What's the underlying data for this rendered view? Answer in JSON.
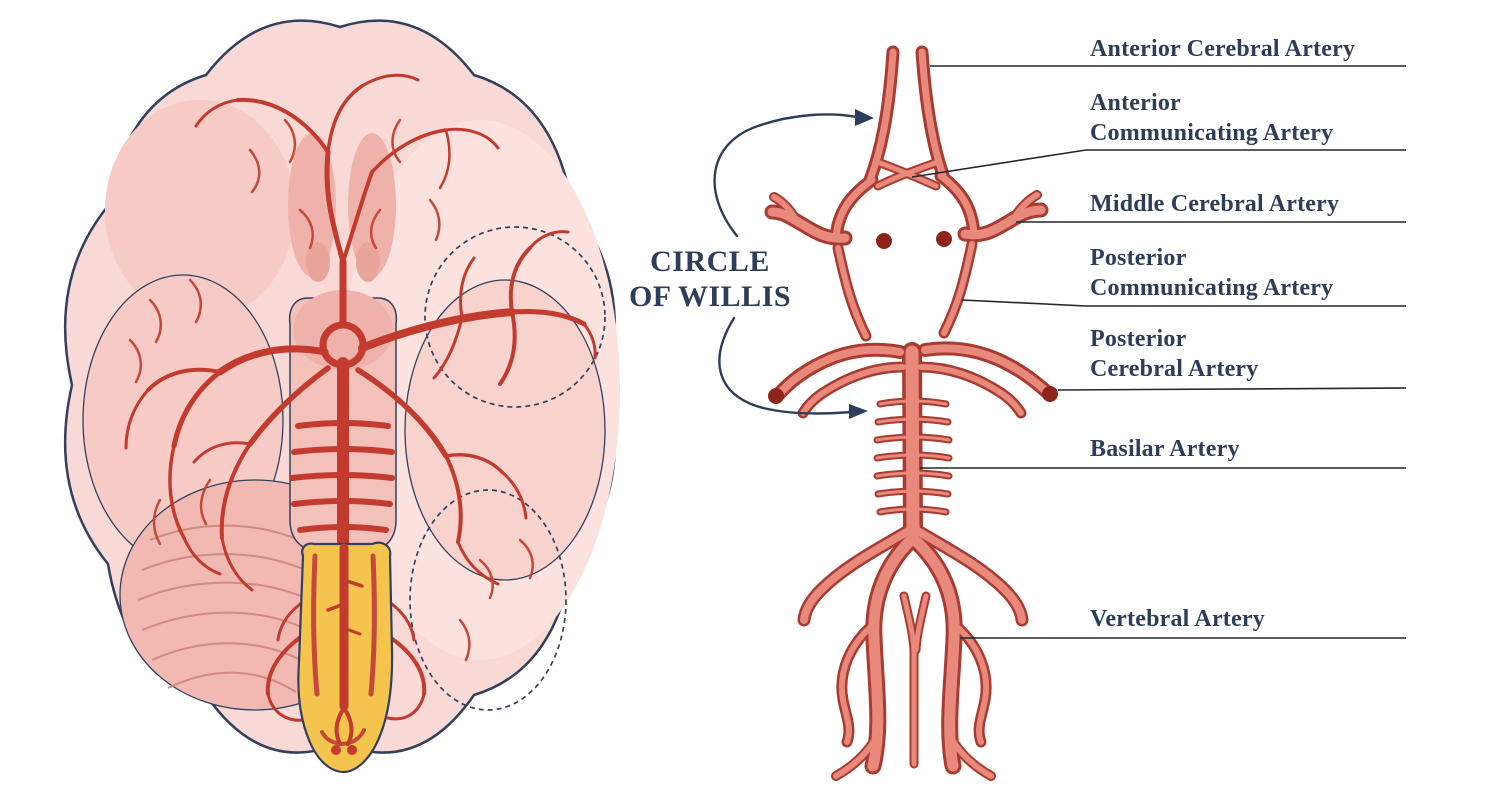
{
  "title": {
    "line1": "CIRCLE",
    "line2": "OF WILLIS"
  },
  "labels": [
    {
      "name": "anterior-cerebral-artery",
      "lines": [
        "Anterior Cerebral Artery"
      ]
    },
    {
      "name": "anterior-communicating-artery",
      "lines": [
        "Anterior",
        "Communicating Artery"
      ]
    },
    {
      "name": "middle-cerebral-artery",
      "lines": [
        "Middle Cerebral Artery"
      ]
    },
    {
      "name": "posterior-communicating-artery",
      "lines": [
        "Posterior",
        "Communicating Artery"
      ]
    },
    {
      "name": "posterior-cerebral-artery",
      "lines": [
        "Posterior",
        "Cerebral Artery"
      ]
    },
    {
      "name": "basilar-artery",
      "lines": [
        "Basilar Artery"
      ]
    },
    {
      "name": "vertebral-artery",
      "lines": [
        "Vertebral Artery"
      ]
    }
  ],
  "colors": {
    "background": "#ffffff",
    "artery_red": "#c23b2e",
    "vessel_fill": "#e8897c",
    "vessel_outline": "#a83c32",
    "cut_end_dot": "#8e251d",
    "brain_pink": "#f9d9d5",
    "brain_shade": "#f0b7b0",
    "spinal_cord_yellow": "#f4c44d",
    "text_navy": "#2e3d59",
    "leader_line": "#23262b"
  }
}
